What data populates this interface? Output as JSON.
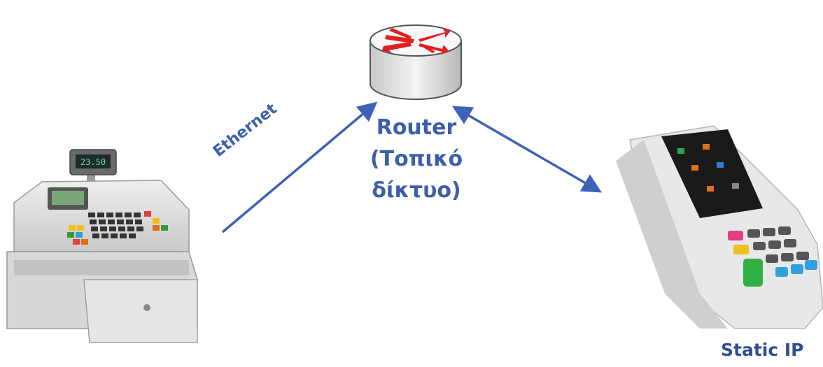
{
  "router": {
    "title": "Router",
    "subtitle_line1": "(Τοπικό",
    "subtitle_line2": "δίκτυο)"
  },
  "links": {
    "ethernet_label": "Ethernet"
  },
  "pos_terminal": {
    "label": "Static IP"
  },
  "colors": {
    "label_blue": "#3d5fa8",
    "arrow_blue": "#3d63b8",
    "router_red": "#e02020"
  },
  "icons": [
    "router-icon",
    "cash-register-icon",
    "pos-terminal-icon"
  ]
}
